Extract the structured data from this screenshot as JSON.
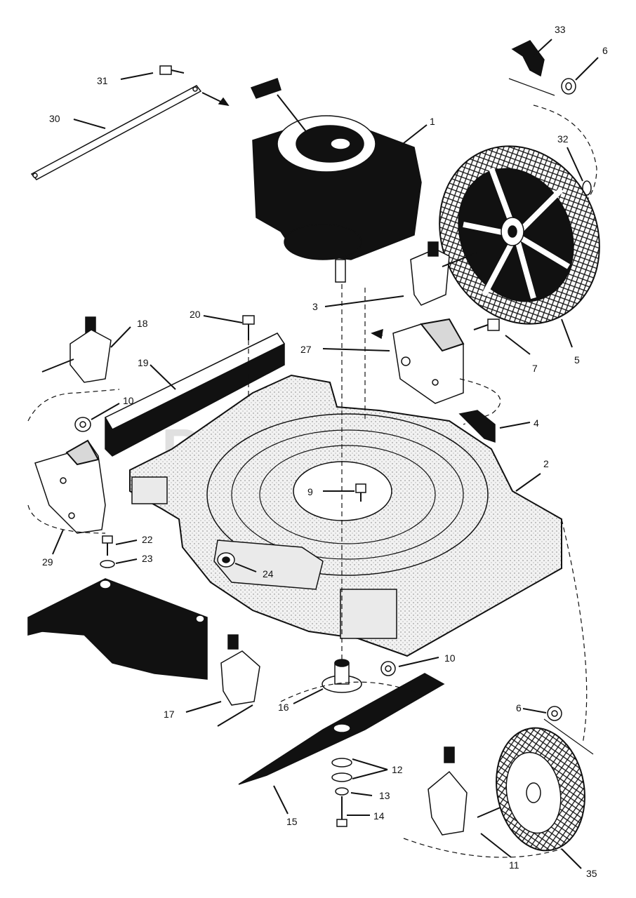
{
  "watermark": "PartsTree",
  "callouts": {
    "c1": "1",
    "c2": "2",
    "c3": "3",
    "c4": "4",
    "c5": "5",
    "c6a": "6",
    "c6b": "6",
    "c7": "7",
    "c9": "9",
    "c10a": "10",
    "c10b": "10",
    "c11": "11",
    "c12": "12",
    "c13": "13",
    "c14": "14",
    "c15": "15",
    "c16": "16",
    "c17": "17",
    "c18": "18",
    "c19": "19",
    "c20": "20",
    "c22": "22",
    "c23": "23",
    "c24": "24",
    "c27": "27",
    "c29": "29",
    "c30": "30",
    "c31": "31",
    "c32": "32",
    "c33": "33",
    "c35": "35"
  }
}
